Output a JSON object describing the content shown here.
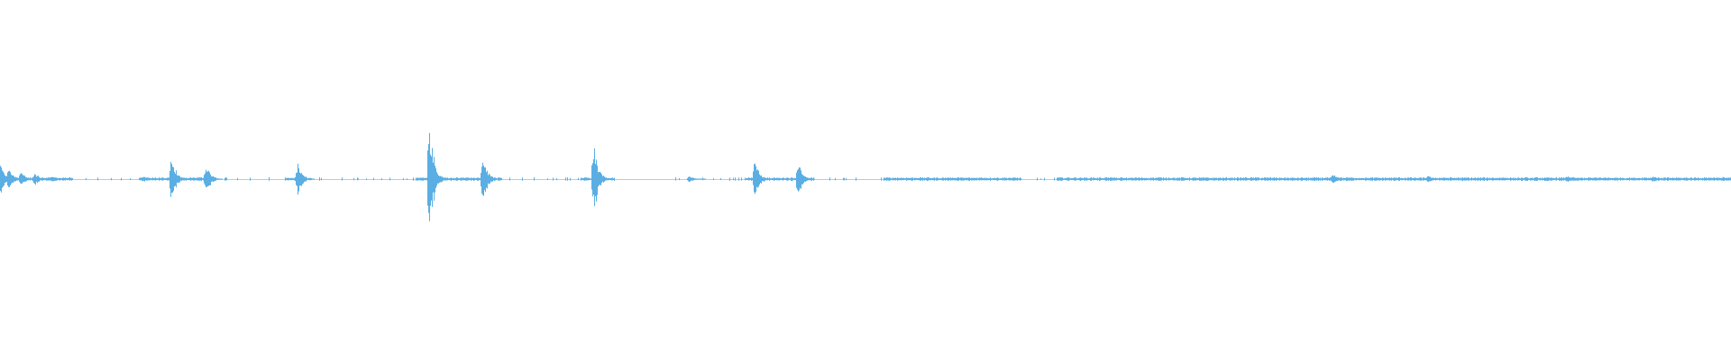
{
  "waveform": {
    "color": "#5aaee3",
    "background": "#ffffff",
    "peaks": [
      {
        "time_fraction": 0.0,
        "amplitude": 0.1
      },
      {
        "time_fraction": 0.005,
        "amplitude": 0.07
      },
      {
        "time_fraction": 0.012,
        "amplitude": 0.05
      },
      {
        "time_fraction": 0.02,
        "amplitude": 0.04
      },
      {
        "time_fraction": 0.03,
        "amplitude": 0.02
      },
      {
        "time_fraction": 0.083,
        "amplitude": 0.02
      },
      {
        "time_fraction": 0.099,
        "amplitude": 0.14
      },
      {
        "time_fraction": 0.119,
        "amplitude": 0.09
      },
      {
        "time_fraction": 0.172,
        "amplitude": 0.09
      },
      {
        "time_fraction": 0.248,
        "amplitude": 0.34
      },
      {
        "time_fraction": 0.279,
        "amplitude": 0.14
      },
      {
        "time_fraction": 0.343,
        "amplitude": 0.22
      },
      {
        "time_fraction": 0.398,
        "amplitude": 0.02
      },
      {
        "time_fraction": 0.436,
        "amplitude": 0.12
      },
      {
        "time_fraction": 0.461,
        "amplitude": 0.1
      },
      {
        "time_fraction": 0.548,
        "amplitude": 0.01
      },
      {
        "time_fraction": 0.64,
        "amplitude": 0.01
      },
      {
        "time_fraction": 0.77,
        "amplitude": 0.03
      },
      {
        "time_fraction": 0.825,
        "amplitude": 0.02
      },
      {
        "time_fraction": 0.905,
        "amplitude": 0.02
      },
      {
        "time_fraction": 0.955,
        "amplitude": 0.02
      },
      {
        "time_fraction": 0.988,
        "amplitude": 0.01
      }
    ],
    "silent_ranges": [
      [
        0.042,
        0.08
      ],
      [
        0.125,
        0.165
      ],
      [
        0.18,
        0.24
      ],
      [
        0.29,
        0.335
      ],
      [
        0.355,
        0.43
      ],
      [
        0.47,
        0.51
      ],
      [
        0.59,
        0.61
      ]
    ]
  }
}
